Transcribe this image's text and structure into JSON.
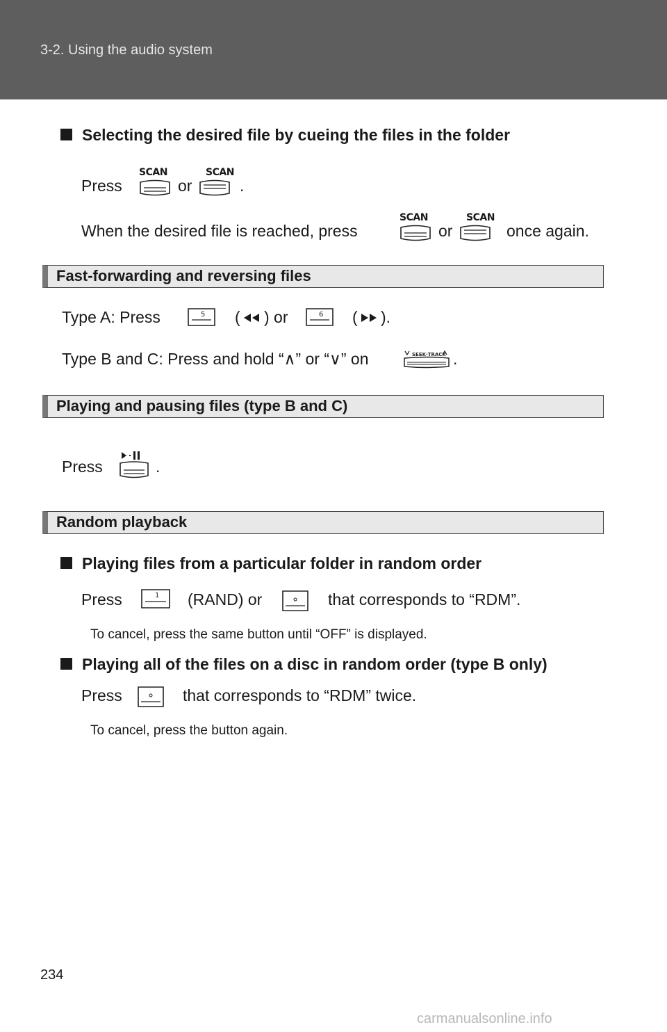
{
  "header": {
    "section": "3-2. Using the audio system"
  },
  "sec1": {
    "heading": "Selecting the desired file by cueing the files in the folder",
    "press": "Press",
    "or": "or",
    "period": ".",
    "line2_a": "When the desired file is reached, press",
    "line2_b": "or",
    "line2_c": "once again.",
    "scan": "SCAN"
  },
  "bar1": {
    "title": "Fast-forwarding and reversing files"
  },
  "sec2": {
    "typeA": "Type A: Press",
    "paren_open": "(",
    "or_a": ") or",
    "paren_open2": "(",
    "close": ").",
    "typeBC_a": "Type B and C: Press and hold “",
    "up": "∧",
    "typeBC_b": "” or “",
    "down": "∨",
    "typeBC_c": "” on",
    "period": ".",
    "btn5": "5",
    "btn6": "6",
    "seek": "SEEK·TRACK"
  },
  "bar2": {
    "title": "Playing and pausing files (type B and C)"
  },
  "sec3": {
    "press": "Press",
    "period": "."
  },
  "bar3": {
    "title": "Random playback"
  },
  "sec4": {
    "heading": "Playing files from a particular folder in random order",
    "press": "Press",
    "rand_or": "(RAND) or",
    "corresponds": "that corresponds to “RDM”.",
    "note": "To cancel, press the same button until “OFF” is displayed.",
    "btn1": "1"
  },
  "sec5": {
    "heading": "Playing all of the files on a disc in random order (type B only)",
    "press": "Press",
    "corresponds": "that corresponds to “RDM” twice.",
    "note": "To cancel, press the button again."
  },
  "footer": {
    "page_number": "234"
  },
  "watermark": "carmanualsonline.info"
}
